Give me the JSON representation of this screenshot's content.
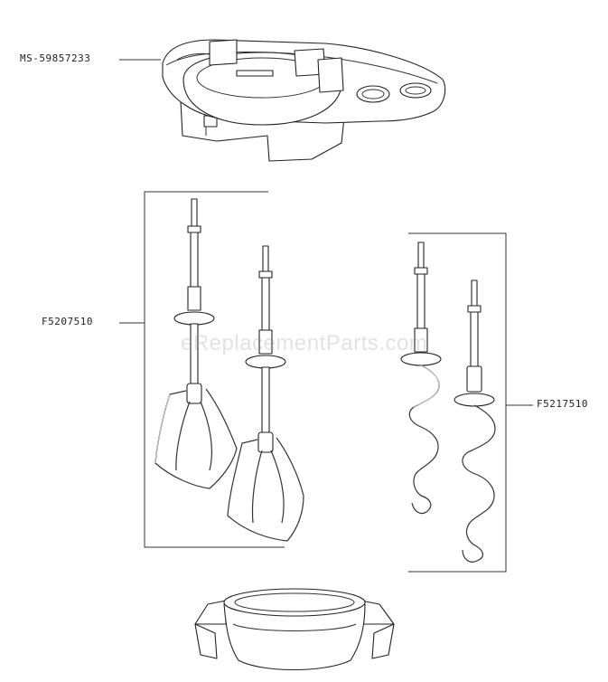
{
  "parts": [
    {
      "part_number": "MS-59857233"
    },
    {
      "part_number": "F5207510"
    },
    {
      "part_number": "F5217510"
    }
  ],
  "watermark": "eReplacementParts.com"
}
